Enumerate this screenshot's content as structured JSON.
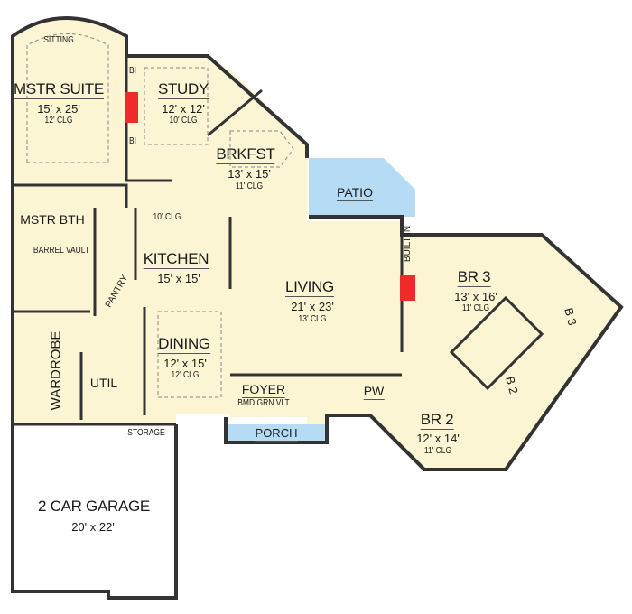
{
  "plan": {
    "title": "Floor Plan",
    "colors": {
      "interior": "#fbf5d3",
      "exterior_patio": "#b6dcf5",
      "wall": "#333333",
      "fireplace": "#ee2a2a",
      "garage": "#ffffff"
    },
    "rooms": [
      {
        "id": "mstr-suite",
        "name": "MSTR SUITE",
        "size": "15' x 25'",
        "ceiling": "12' CLG",
        "sub": "SITTING"
      },
      {
        "id": "study",
        "name": "STUDY",
        "size": "12' x 12'",
        "ceiling": "10' CLG"
      },
      {
        "id": "brkfst",
        "name": "BRKFST",
        "size": "13' x 15'",
        "ceiling": "11' CLG"
      },
      {
        "id": "patio",
        "name": "PATIO"
      },
      {
        "id": "mstr-bth",
        "name": "MSTR BTH",
        "note": "BARREL VAULT"
      },
      {
        "id": "kitchen",
        "name": "KITCHEN",
        "size": "15' x 15'",
        "ceiling": "10' CLG"
      },
      {
        "id": "pantry",
        "name": "PANTRY"
      },
      {
        "id": "living",
        "name": "LIVING",
        "size": "21' x 23'",
        "ceiling": "13' CLG"
      },
      {
        "id": "built-in",
        "name": "BUILT IN"
      },
      {
        "id": "br3",
        "name": "BR 3",
        "size": "13' x 16'",
        "ceiling": "11' CLG"
      },
      {
        "id": "b3",
        "name": "B 3"
      },
      {
        "id": "b2",
        "name": "B 2"
      },
      {
        "id": "dining",
        "name": "DINING",
        "size": "12' x 15'",
        "ceiling": "12' CLG"
      },
      {
        "id": "wardrobe",
        "name": "WARDROBE"
      },
      {
        "id": "util",
        "name": "UTIL"
      },
      {
        "id": "foyer",
        "name": "FOYER",
        "note": "BMD GRN VLT"
      },
      {
        "id": "pw",
        "name": "PW"
      },
      {
        "id": "br2",
        "name": "BR 2",
        "size": "12' x 14'",
        "ceiling": "11' CLG"
      },
      {
        "id": "porch",
        "name": "PORCH"
      },
      {
        "id": "storage",
        "name": "STORAGE"
      },
      {
        "id": "garage",
        "name": "2 CAR GARAGE",
        "size": "20' x 22'"
      }
    ],
    "built_ins": [
      "BI",
      "BI"
    ]
  }
}
